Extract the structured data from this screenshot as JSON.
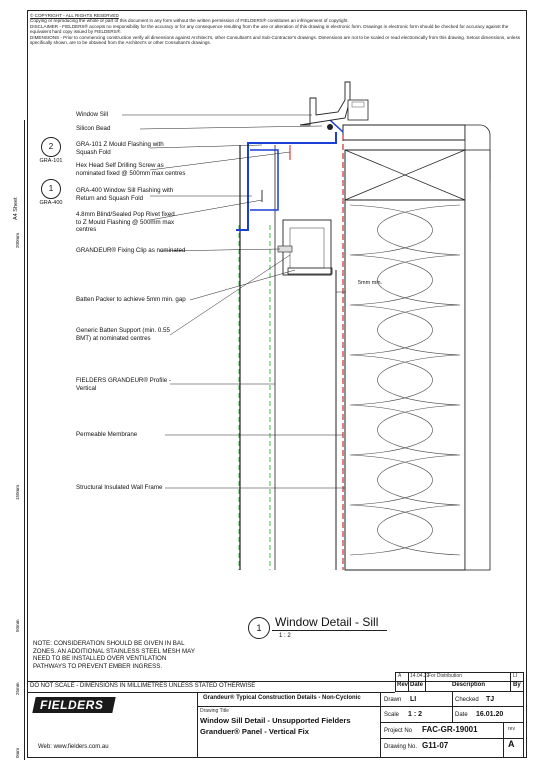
{
  "header_notes": {
    "copyright_title": "© COPYRIGHT - ALL RIGHTS RESERVED",
    "copyright_text": "Copying or reproducing the whole or part of this document in any form without the written permission of FIELDERS® constitutes an infringement of copyright.",
    "disclaimer": "DISCLAIMER - FIELDERS® accepts no responsibility for the accuracy or for any consequence resulting from the use or alteration of this drawing in electronic form. Drawings in electronic form should be checked for accuracy against the equivalent hard copy issued by FIELDERS®.",
    "dimensions": "DIMENSIONS - Prior to commencing construction verify all dimensions against Architect's, other Consultant's and Sub-Contractor's drawings. Dimensions are not to be scaled or read electronically from this drawing. Setout dimensions, unless specifically shown, are to be obtained from the Architect's or other Consultant's drawings."
  },
  "sheet_size": "A4 Sheet",
  "scale_ticks": [
    "200mm",
    "150mm",
    "50mm",
    "25mm",
    "0mm"
  ],
  "refs": [
    {
      "num": "2",
      "code": "GRA-101"
    },
    {
      "num": "1",
      "code": "GRA-400"
    }
  ],
  "callouts": [
    "Window Sill",
    "Silicon Bead",
    "GRA-101 Z Mould Flashing with Squash Fold",
    "Hex Head Self Drilling Screw as nominated fixed @ 500mm max centres",
    "GRA-400 Window Sill Flashing with Return and Squash Fold",
    "4.8mm Blind/Sealed Pop Rivet fixed to Z Mould Flashing @ 500mm max centres",
    "GRANDEUR® Fixing Clip as nominated",
    "Batten Packer to achieve 5mm min. gap",
    "Generic Batten Support (min. 0.55 BMT) at nominated centres",
    "FIELDERS GRANDEUR® Profile - Vertical",
    "Permeable Membrane",
    "Structural Insulated Wall Frame"
  ],
  "gap_label": "5mm min.",
  "detail": {
    "number": "1",
    "title": "Window Detail - Sill",
    "scale": "1 : 2"
  },
  "bal_note": "NOTE: CONSIDERATION SHOULD BE GIVEN IN BAL ZONES. AN ADDITIONAL STAINLESS STEEL MESH MAY NEED TO BE INSTALLED OVER VENTILATION PATHWAYS TO PREVENT EMBER INGRESS.",
  "revisions": {
    "row": {
      "rev": "A",
      "date": "14.04.22",
      "description": "For Distribution",
      "by": "LI"
    },
    "headers": {
      "rev": "Rev",
      "date": "Date",
      "description": "Description",
      "by": "By"
    }
  },
  "title_block": {
    "do_not_scale": "DO NOT SCALE - DIMENSIONS IN MILLIMETRES UNLESS STATED OTHERWISE",
    "logo": "FIELDERS",
    "series": "Grandeur® Typical Construction Details - Non-Cyclonic",
    "drawing_title_label": "Drawing Title",
    "drawing_title_1": "Window Sill Detail - Unsupported Fielders",
    "drawing_title_2": "Granduer® Panel - Vertical Fix",
    "website": "Web: www.fielders.com.au",
    "drawn_label": "Drawn",
    "drawn": "LI",
    "checked_label": "Checked",
    "checked": "TJ",
    "scale_label": "Scale",
    "scale": "1 : 2",
    "date_label": "Date",
    "date": "16.01.20",
    "project_label": "Project No",
    "project": "FAC-GR-19001",
    "drawing_no_label": "Drawing No.",
    "drawing_no": "G11-07",
    "rev_label": "rev",
    "rev": "A"
  }
}
